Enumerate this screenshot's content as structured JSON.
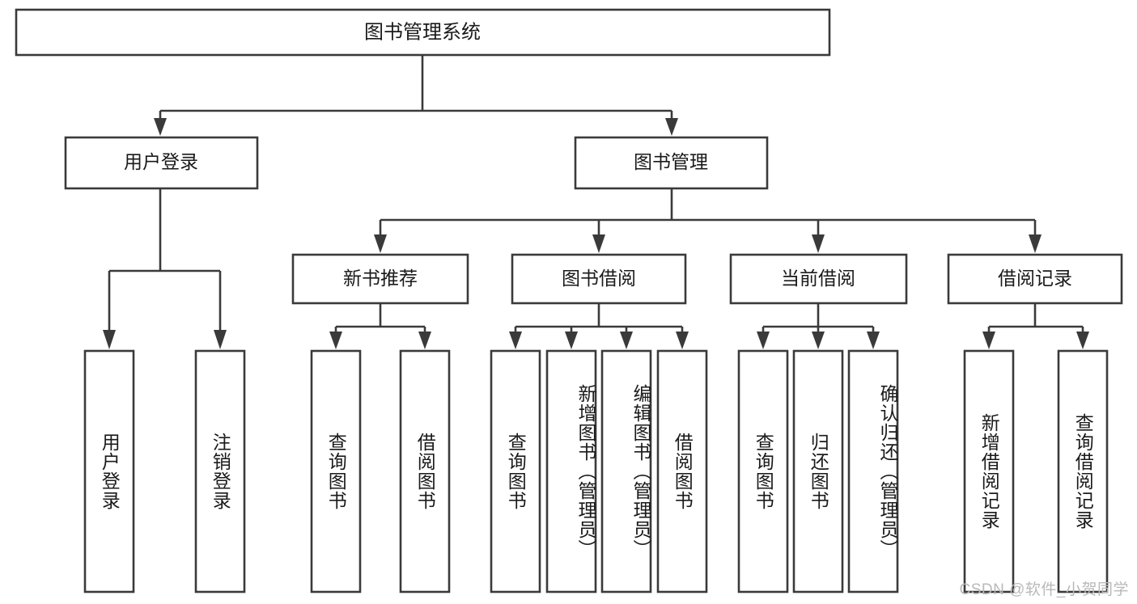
{
  "diagram": {
    "title": "图书管理系统",
    "type": "tree",
    "orientation": "top-down",
    "colors": {
      "box_stroke": "#3a3a3a",
      "box_fill": "#ffffff",
      "text": "#1a1a1a",
      "background": "#ffffff",
      "watermark": "#b9b9b9"
    },
    "root": {
      "id": "root",
      "label": "图书管理系统",
      "text_direction": "horizontal"
    },
    "level2": [
      {
        "id": "user-login",
        "label": "用户登录",
        "text_direction": "horizontal"
      },
      {
        "id": "book-management",
        "label": "图书管理",
        "text_direction": "horizontal"
      }
    ],
    "level3": [
      {
        "id": "new-book-recommend",
        "label": "新书推荐",
        "parent": "book-management",
        "text_direction": "horizontal"
      },
      {
        "id": "book-borrow",
        "label": "图书借阅",
        "parent": "book-management",
        "text_direction": "horizontal"
      },
      {
        "id": "current-borrow",
        "label": "当前借阅",
        "parent": "book-management",
        "text_direction": "horizontal"
      },
      {
        "id": "borrow-record",
        "label": "借阅记录",
        "parent": "book-management",
        "text_direction": "horizontal"
      }
    ],
    "leaves": [
      {
        "id": "leaf-user-login",
        "label": "用户登录",
        "parent": "user-login",
        "text_direction": "vertical"
      },
      {
        "id": "leaf-user-logout",
        "label": "注销登录",
        "parent": "user-login",
        "text_direction": "vertical"
      },
      {
        "id": "leaf-rec-query-book",
        "label": "查询图书",
        "parent": "new-book-recommend",
        "text_direction": "vertical"
      },
      {
        "id": "leaf-rec-borrow-book",
        "label": "借阅图书",
        "parent": "new-book-recommend",
        "text_direction": "vertical"
      },
      {
        "id": "leaf-bb-query-book",
        "label": "查询图书",
        "parent": "book-borrow",
        "text_direction": "vertical"
      },
      {
        "id": "leaf-bb-add-book",
        "label": "新增图书（管理员）",
        "parent": "book-borrow",
        "text_direction": "vertical"
      },
      {
        "id": "leaf-bb-edit-book",
        "label": "编辑图书（管理员）",
        "parent": "book-borrow",
        "text_direction": "vertical"
      },
      {
        "id": "leaf-bb-borrow-book",
        "label": "借阅图书",
        "parent": "book-borrow",
        "text_direction": "vertical"
      },
      {
        "id": "leaf-cb-query-book",
        "label": "查询图书",
        "parent": "current-borrow",
        "text_direction": "vertical"
      },
      {
        "id": "leaf-cb-return-book",
        "label": "归还图书",
        "parent": "current-borrow",
        "text_direction": "vertical"
      },
      {
        "id": "leaf-cb-confirm-return",
        "label": "确认归还（管理员）",
        "parent": "current-borrow",
        "text_direction": "vertical"
      },
      {
        "id": "leaf-br-add-record",
        "label": "新增借阅记录",
        "parent": "borrow-record",
        "text_direction": "vertical"
      },
      {
        "id": "leaf-br-query-record",
        "label": "查询借阅记录",
        "parent": "borrow-record",
        "text_direction": "vertical"
      }
    ],
    "watermark": "CSDN @软件_小贺同学"
  }
}
